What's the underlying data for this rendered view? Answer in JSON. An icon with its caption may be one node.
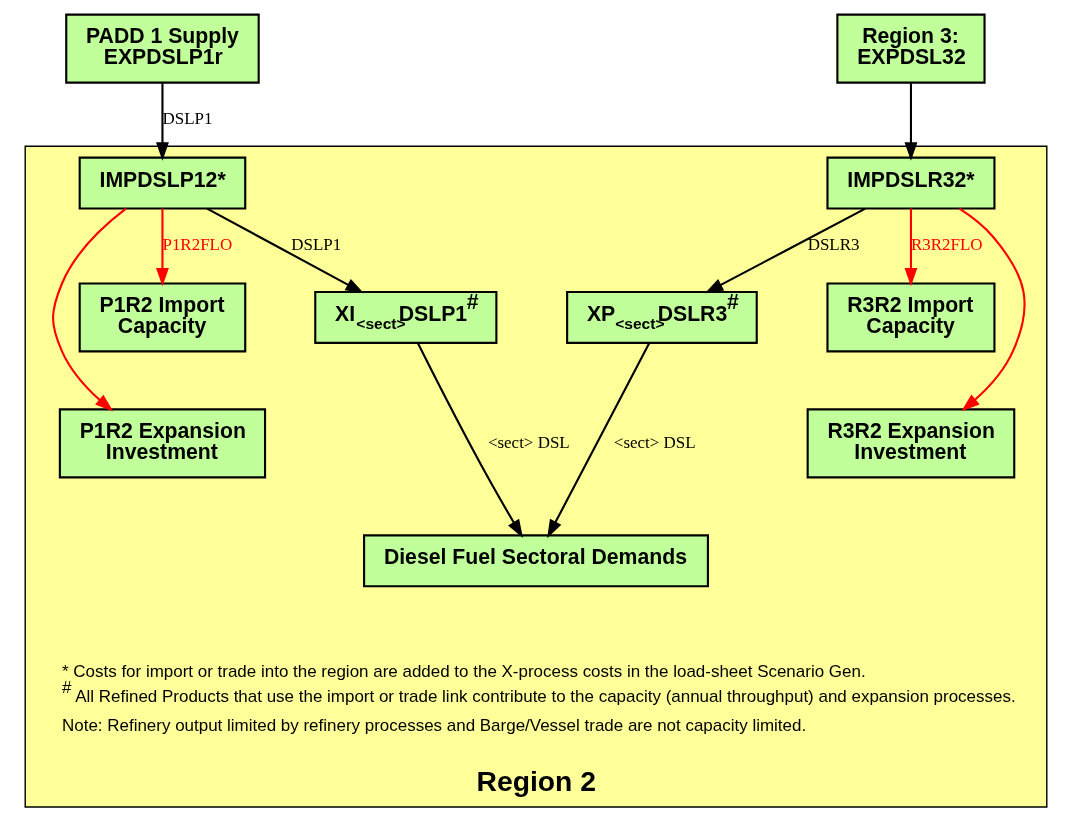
{
  "diagram": {
    "nodes": [
      {
        "text": [
          "PADD 1 Supply EXPDSLP1r"
        ]
      },
      {
        "text": [
          "Region 3: EXPDSL32"
        ]
      },
      {
        "text": [
          "Region 2"
        ]
      },
      {
        "text": [
          "IMPDSLP12*"
        ],
        "in": 2
      },
      {
        "text": [
          "IMPDSLR32*"
        ],
        "in": 2
      },
      {
        "text": [
          "P1R2 Import Capacity"
        ],
        "in": 2
      },
      {
        "text": [
          "XI$_{<sect>}$DSLP1$^{#}$"
        ],
        "in": 2
      },
      {
        "text": [
          "XP$_{<sect>}$DSLR3$^{#}$"
        ],
        "in": 2
      },
      {
        "text": [
          "R3R2 Import Capacity"
        ],
        "in": 2
      },
      {
        "text": [
          "P1R2 Expansion Investment"
        ],
        "in": 2
      },
      {
        "text": [
          "R3R2 Expansion Investment"
        ],
        "in": 2
      },
      {
        "text": [
          "Diesel Fuel Sectoral Demands"
        ],
        "in": 2
      }
    ],
    "edges": [
      {
        "from": 0,
        "to": 3,
        "arrow": "to",
        "label": "DSLP1"
      },
      {
        "from": 1,
        "to": 4,
        "arrow": "to"
      },
      {
        "from": 3,
        "to": 6,
        "arrow": "to",
        "label": "DSLP1"
      },
      {
        "from": 4,
        "to": 7,
        "arrow": "to",
        "label": "DSLR3"
      },
      {
        "from": 3,
        "to": 5,
        "arrow": "to",
        "label": "P1R2FLO",
        "color": "#ff0000"
      },
      {
        "from": 3,
        "to": 9,
        "arrow": "to",
        "color": "#ff0000"
      },
      {
        "from": 4,
        "to": 8,
        "arrow": "to",
        "label": "R3R2FLO",
        "color": "#ff0000"
      },
      {
        "from": 4,
        "to": 10,
        "arrow": "to",
        "color": "#ff0000"
      },
      {
        "from": 6,
        "to": 11,
        "arrow": "to",
        "label": "<sect> DSL"
      },
      {
        "from": 7,
        "to": 11,
        "arrow": "to",
        "label": "<sect> DSL"
      }
    ],
    "labels": [
      "* Costs for import or trade into the region are added to the X-process costs in the load-sheet Scenario Gen.",
      "$^{#}$ All Refined Products that use the import or trade link contribute to the capacity (annual throughput) and expansion processes.",
      "Note: Refinery output limited by refinery processes and Barge/Vessel trade are not capacity limited."
    ]
  }
}
